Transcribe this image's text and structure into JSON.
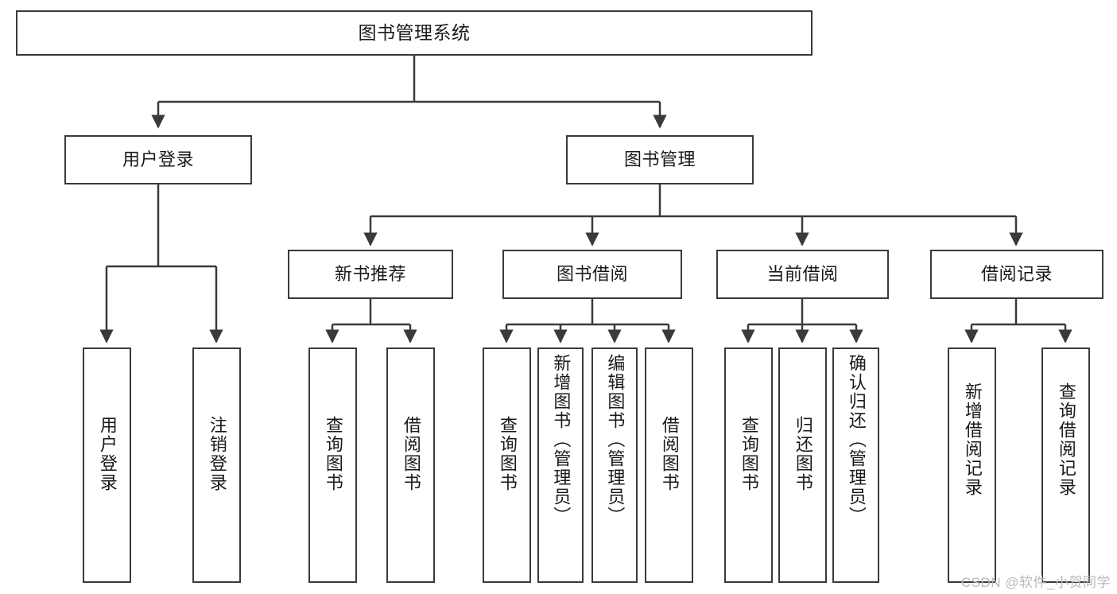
{
  "diagram": {
    "title": "图书管理系统",
    "type": "tree-hierarchy-diagram",
    "colors": {
      "box_border": "#3a3a3a",
      "box_fill": "#ffffff",
      "edge": "#3a3a3a",
      "text": "#1a1a1a",
      "watermark": "#b9b9b9",
      "background": "#ffffff"
    },
    "watermark": "CSDN @软件_小贺同学"
  },
  "nodes": {
    "root": {
      "label": "图书管理系统"
    },
    "level2": [
      {
        "id": "user-login",
        "label": "用户登录"
      },
      {
        "id": "book-management",
        "label": "图书管理"
      }
    ],
    "level3": [
      {
        "id": "new-book-recommend",
        "label": "新书推荐"
      },
      {
        "id": "book-borrow",
        "label": "图书借阅"
      },
      {
        "id": "current-borrow",
        "label": "当前借阅"
      },
      {
        "id": "borrow-record",
        "label": "借阅记录"
      }
    ],
    "leaves": {
      "user_login": [
        {
          "id": "leaf-user-login",
          "label": "用户登录"
        },
        {
          "id": "leaf-logout-login",
          "label": "注销登录"
        }
      ],
      "new_book_recommend": [
        {
          "id": "leaf-query-book-1",
          "label": "查询图书"
        },
        {
          "id": "leaf-borrow-book-1",
          "label": "借阅图书"
        }
      ],
      "book_borrow": [
        {
          "id": "leaf-query-book-2",
          "label": "查询图书"
        },
        {
          "id": "leaf-add-book",
          "label": "新增图书（管理员）"
        },
        {
          "id": "leaf-edit-book",
          "label": "编辑图书（管理员）"
        },
        {
          "id": "leaf-borrow-book-2",
          "label": "借阅图书"
        }
      ],
      "current_borrow": [
        {
          "id": "leaf-query-book-3",
          "label": "查询图书"
        },
        {
          "id": "leaf-return-book",
          "label": "归还图书"
        },
        {
          "id": "leaf-confirm-return",
          "label": "确认归还（管理员）"
        }
      ],
      "borrow_record": [
        {
          "id": "leaf-add-record",
          "label": "新增借阅记录"
        },
        {
          "id": "leaf-query-record",
          "label": "查询借阅记录"
        }
      ]
    }
  }
}
